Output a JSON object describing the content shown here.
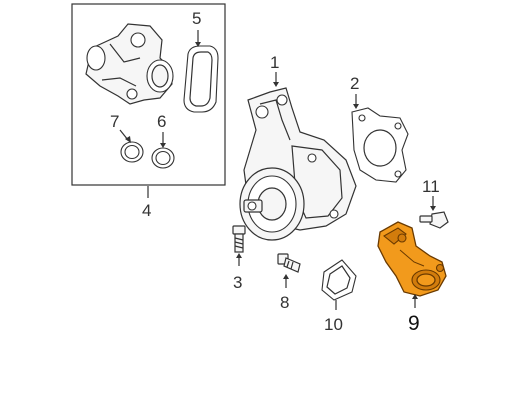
{
  "labels": {
    "part_1": "1",
    "part_2": "2",
    "part_3": "3",
    "part_4": "4",
    "part_5": "5",
    "part_6": "6",
    "part_7": "7",
    "part_8": "8",
    "part_9": "9",
    "part_10": "10",
    "part_11": "11"
  },
  "colors": {
    "highlight": "#f29a1c",
    "highlight_dark": "#d27c0c",
    "line": "#333333"
  }
}
